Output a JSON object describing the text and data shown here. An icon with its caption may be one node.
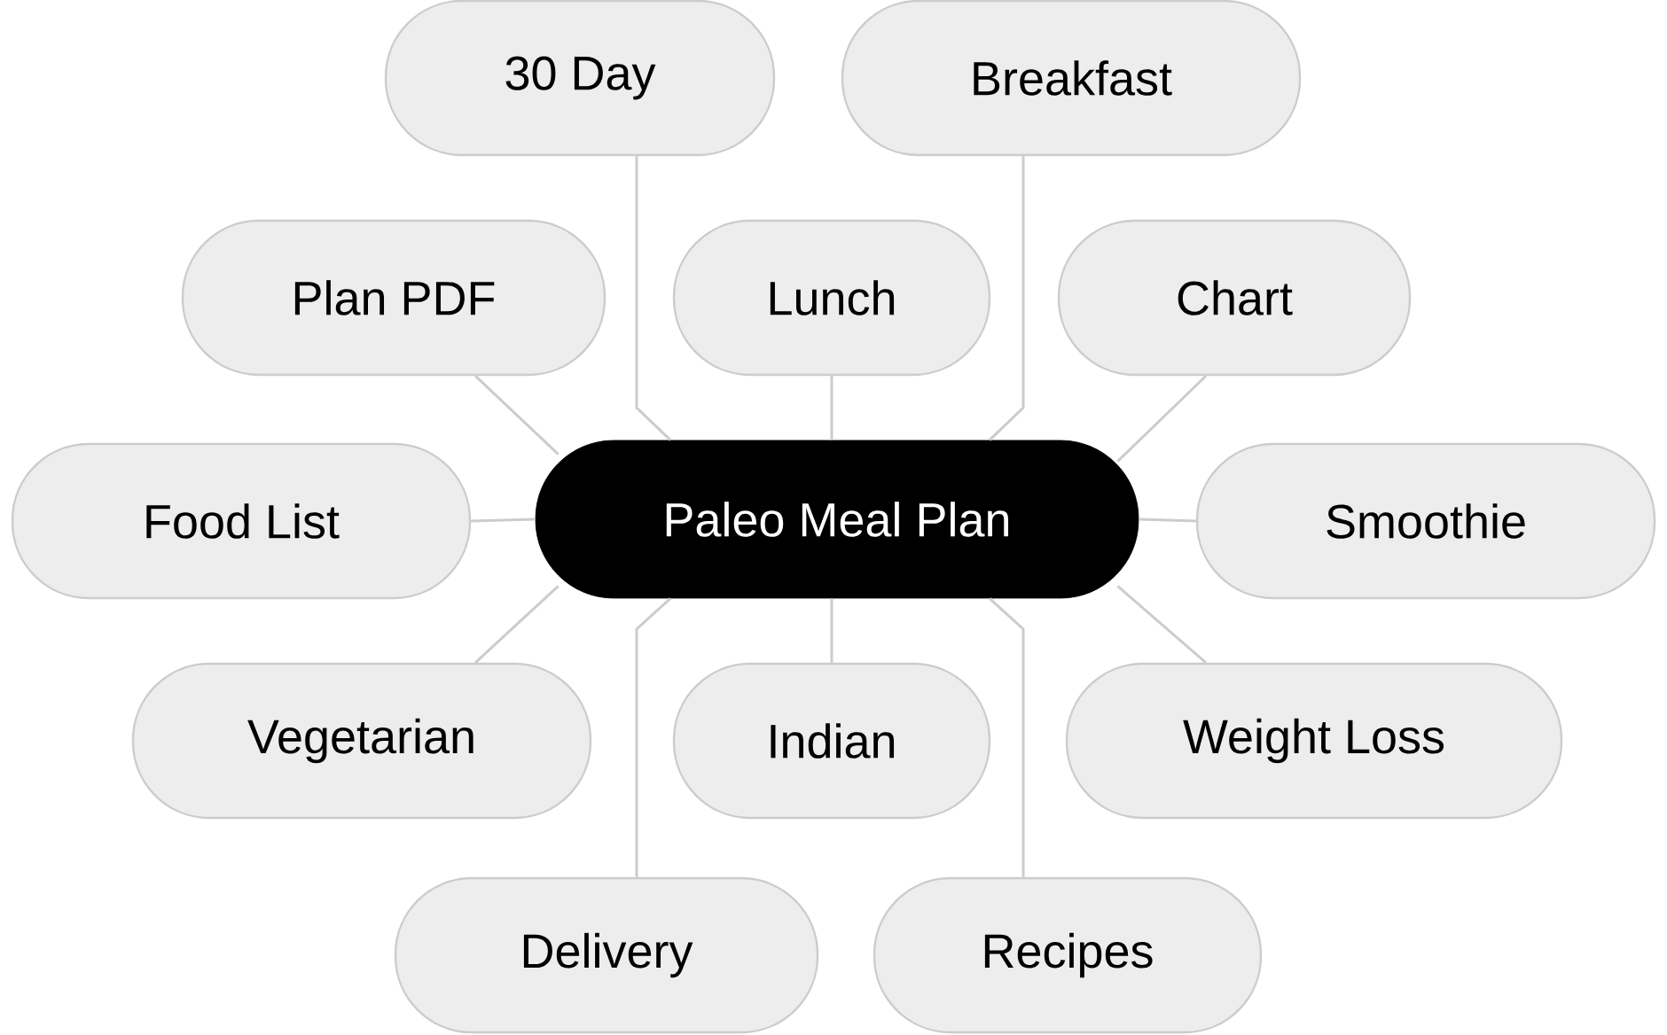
{
  "diagram": {
    "nodes": [
      {
        "text": [
          "Paleo Meal Plan"
        ]
      },
      {
        "text": [
          "30 Day"
        ]
      },
      {
        "text": [
          "Breakfast"
        ]
      },
      {
        "text": [
          "Plan PDF"
        ]
      },
      {
        "text": [
          "Lunch"
        ]
      },
      {
        "text": [
          "Chart"
        ]
      },
      {
        "text": [
          "Food List"
        ]
      },
      {
        "text": [
          "Smoothie"
        ]
      },
      {
        "text": [
          "Vegetarian"
        ]
      },
      {
        "text": [
          "Indian"
        ]
      },
      {
        "text": [
          "Weight Loss"
        ]
      },
      {
        "text": [
          "Delivery"
        ]
      },
      {
        "text": [
          "Recipes"
        ]
      }
    ],
    "edges": [
      {
        "from": 0,
        "to": 1,
        "arrow": "none"
      },
      {
        "from": 0,
        "to": 2,
        "arrow": "none"
      },
      {
        "from": 0,
        "to": 3,
        "arrow": "none"
      },
      {
        "from": 0,
        "to": 4,
        "arrow": "none"
      },
      {
        "from": 0,
        "to": 5,
        "arrow": "none"
      },
      {
        "from": 0,
        "to": 6,
        "arrow": "none"
      },
      {
        "from": 0,
        "to": 7,
        "arrow": "none"
      },
      {
        "from": 0,
        "to": 8,
        "arrow": "none"
      },
      {
        "from": 0,
        "to": 9,
        "arrow": "none"
      },
      {
        "from": 0,
        "to": 10,
        "arrow": "none"
      },
      {
        "from": 0,
        "to": 11,
        "arrow": "none"
      },
      {
        "from": 0,
        "to": 12,
        "arrow": "none"
      }
    ]
  }
}
